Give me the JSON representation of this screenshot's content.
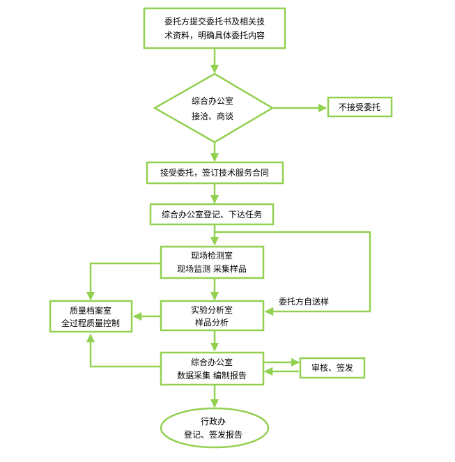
{
  "nodes": {
    "submit": {
      "line1": "委托方提交委托书及相关技",
      "line2": "术资料，明确具体委托内容"
    },
    "office_decision": {
      "line1": "综合办公室",
      "line2": "接洽、商谈"
    },
    "reject": {
      "label": "不接受委托"
    },
    "accept": {
      "label": "接受委托，签订技术服务合同"
    },
    "register": {
      "label": "综合办公室登记、下达任务"
    },
    "field_lab": {
      "line1": "现场检测室",
      "line2": "现场监测    采集样品"
    },
    "archive": {
      "line1": "质量档案室",
      "line2": "全过程质量控制"
    },
    "analysis_lab": {
      "line1": "实验分析室",
      "line2": "样品分析"
    },
    "self_delivery": {
      "label": "委托方自送样"
    },
    "report": {
      "line1": "综合办公室",
      "line2": "数据采集  编制报告"
    },
    "review": {
      "label": "审核、签发"
    },
    "admin": {
      "line1": "行政办",
      "line2": "登记、签发报告"
    }
  },
  "colors": {
    "accent": "#92d050",
    "text": "#000000",
    "background": "#ffffff"
  }
}
